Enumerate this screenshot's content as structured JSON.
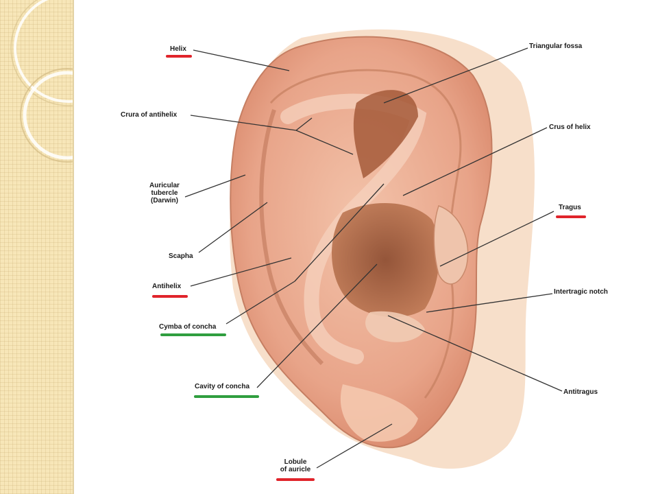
{
  "labels": {
    "helix": "Helix",
    "crura_of_antihelix": "Crura of  antihelix",
    "auricular_tubercle": "Auricular\ntubercle\n(Darwin)",
    "scapha": "Scapha",
    "antihelix": "Antihelix",
    "cymba_of_concha": "Cymba of concha",
    "cavity_of_concha": "Cavity of concha",
    "lobule_of_auricle": "Lobule\nof auricle",
    "triangular_fossa": "Triangular fossa",
    "crus_of_helix": "Crus of helix",
    "tragus": "Tragus",
    "intertragic_notch": "Intertragic notch",
    "antitragus": "Antitragus"
  },
  "colors": {
    "underline_red": "#e0242b",
    "underline_green": "#2f9e3f",
    "panel": "#f7e6b8"
  }
}
